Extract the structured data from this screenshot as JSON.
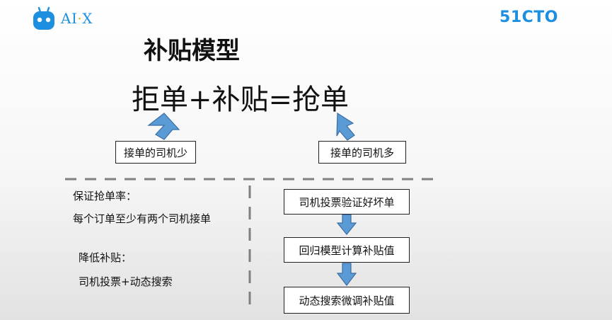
{
  "header": {
    "left_logo_text": "AI",
    "left_logo_dot": "·",
    "left_logo_text2": "X",
    "right_logo_text": "51CTO"
  },
  "slide": {
    "title": "补贴模型",
    "formula": "拒单+补贴=抢单"
  },
  "upper_boxes": {
    "left": "接单的司机少",
    "right": "接单的司机多"
  },
  "left_panel": {
    "heading1": "保证抢单率：",
    "line1": "每个订单至少有两个司机接单",
    "heading2": "降低补贴：",
    "line2": "司机投票+动态搜索"
  },
  "flow": {
    "step1": "司机投票验证好坏单",
    "step2": "回归模型计算补贴值",
    "step3": "动态搜索微调补贴值"
  },
  "colors": {
    "brand_blue": "#1d8fe0",
    "arrow_blue": "#5b9bd5",
    "arrow_stroke": "#3a6ea5",
    "dash_gray": "#7f7f7f"
  },
  "icons": {
    "robot": "robot-icon",
    "flow_arrow": "down-arrow-icon",
    "pointer_arrow": "up-arrow-icon"
  }
}
